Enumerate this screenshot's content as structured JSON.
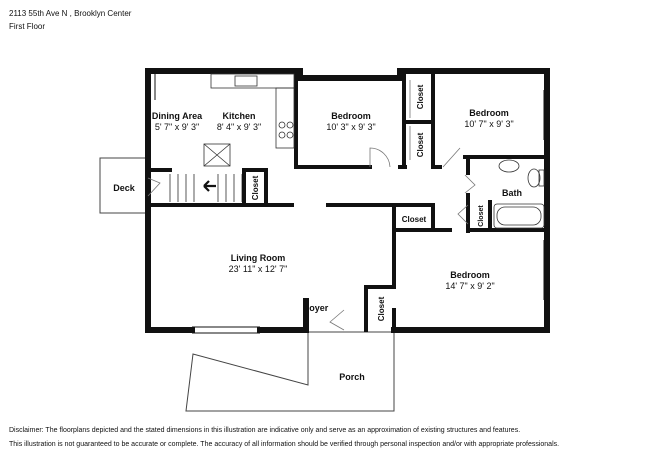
{
  "header": {
    "address": "2113 55th Ave N , Brooklyn Center",
    "floor": "First Floor"
  },
  "rooms": [
    {
      "key": "dining",
      "name": "Dining Area",
      "dims": "5' 7\" x 9' 3\""
    },
    {
      "key": "kitchen",
      "name": "Kitchen",
      "dims": "8' 4\" x 9' 3\""
    },
    {
      "key": "bedroom1",
      "name": "Bedroom",
      "dims": "10' 3\" x 9' 3\""
    },
    {
      "key": "bedroom2",
      "name": "Bedroom",
      "dims": "10' 7\" x 9' 3\""
    },
    {
      "key": "living",
      "name": "Living Room",
      "dims": "23' 11\" x 12' 7\""
    },
    {
      "key": "bedroom3",
      "name": "Bedroom",
      "dims": "14' 7\" x 9' 2\""
    }
  ],
  "labels": {
    "deck": "Deck",
    "bath": "Bath",
    "foyer": "Foyer",
    "porch": "Porch",
    "closet_stair": "Closet",
    "closet_top_upper": "Closet",
    "closet_top_lower": "Closet",
    "closet_mid_horizontal": "Closet",
    "closet_bath_small": "Closet",
    "closet_foyer": "Closet"
  },
  "disclaimer": {
    "line1": "Disclaimer: The floorplans depicted and the stated dimensions in this illustration are indicative only and serve as an approximation of existing structures and features.",
    "line2": "This illustration is not guaranteed to be accurate or complete. The accuracy of all information should be verified through personal inspection and/or with appropriate professionals."
  }
}
